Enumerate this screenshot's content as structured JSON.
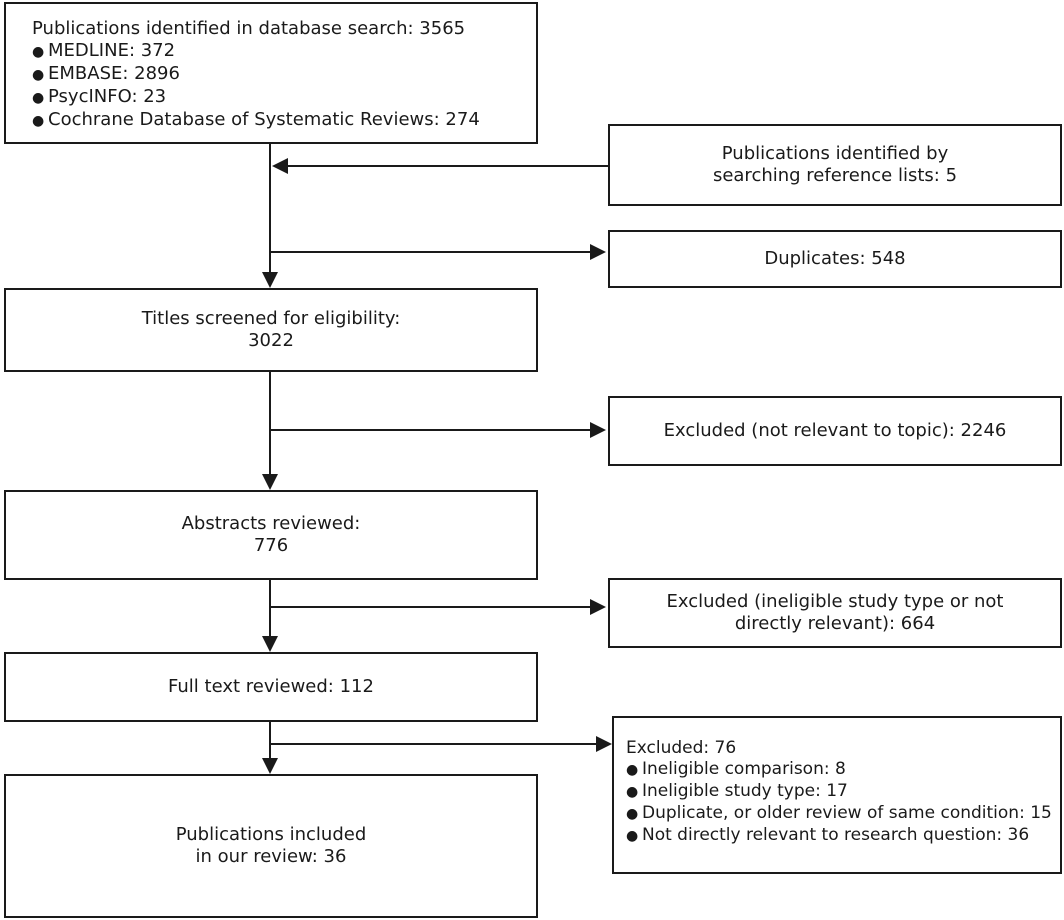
{
  "database_search": {
    "title": "Publications identified in database search: 3565",
    "sources": [
      "MEDLINE: 372",
      "EMBASE: 2896",
      "PsycINFO: 23",
      "Cochrane Database of Systematic Reviews: 274"
    ]
  },
  "reference_lists": {
    "line1": "Publications identified by",
    "line2": "searching reference lists: 5"
  },
  "duplicates": {
    "text": "Duplicates: 548"
  },
  "titles_screened": {
    "line1": "Titles screened for eligibility:",
    "line2": "3022"
  },
  "excluded_topic": {
    "text": "Excluded (not relevant to topic): 2246"
  },
  "abstracts_reviewed": {
    "line1": "Abstracts reviewed:",
    "line2": "776"
  },
  "excluded_ineligible": {
    "line1": "Excluded (ineligible study type or not",
    "line2": "directly relevant): 664"
  },
  "full_text": {
    "text": "Full text reviewed: 112"
  },
  "excluded_final": {
    "title": "Excluded: 76",
    "reasons": [
      "Ineligible comparison: 8",
      "Ineligible study type: 17",
      "Duplicate, or older review of same condition: 15",
      "Not directly relevant to research question: 36"
    ]
  },
  "included": {
    "line1": "Publications included",
    "line2": "in our review: 36"
  }
}
